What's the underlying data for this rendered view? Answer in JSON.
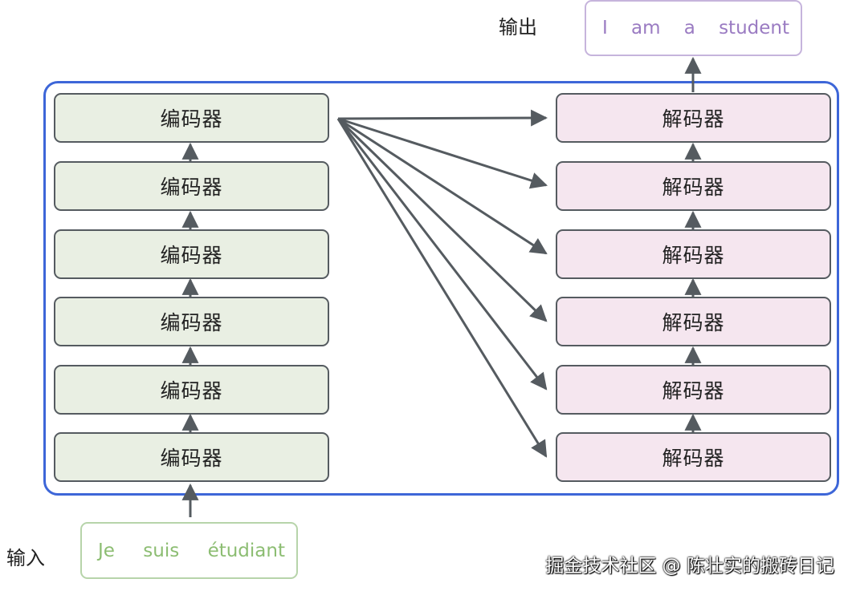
{
  "labels": {
    "input_caption": "输入",
    "output_caption": "输出"
  },
  "encoder_stack": [
    "编码器",
    "编码器",
    "编码器",
    "编码器",
    "编码器",
    "编码器"
  ],
  "decoder_stack": [
    "解码器",
    "解码器",
    "解码器",
    "解码器",
    "解码器",
    "解码器"
  ],
  "input_tokens": [
    "Je",
    "suis",
    "étudiant"
  ],
  "output_tokens": [
    "I",
    "am",
    "a",
    "student"
  ],
  "watermark": "掘金技术社区 @ 陈壮实的搬砖日记",
  "colors": {
    "frame": "#3d66d8",
    "encoder_fill": "#e9efe3",
    "decoder_fill": "#f5e6ef",
    "input_text": "#8cbd72",
    "output_text": "#9a7bc2",
    "arrow": "#555b60"
  }
}
